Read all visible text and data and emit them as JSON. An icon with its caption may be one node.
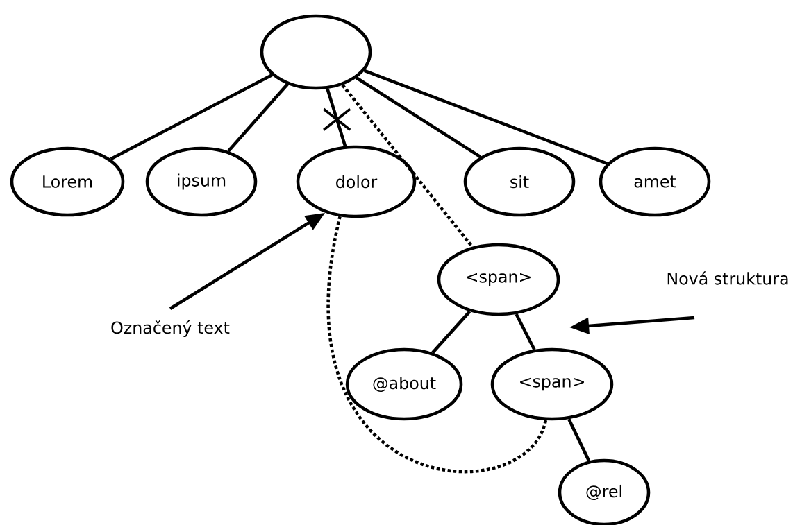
{
  "diagram": {
    "nodes": [
      {
        "text": [],
        "shape": "circle"
      },
      {
        "text": [
          "Lorem"
        ]
      },
      {
        "text": [
          "ipsum"
        ]
      },
      {
        "text": [
          "dolor"
        ]
      },
      {
        "text": [
          "sit"
        ]
      },
      {
        "text": [
          "amet"
        ]
      },
      {
        "text": [
          "<span>"
        ]
      },
      {
        "text": [
          "@about"
        ]
      },
      {
        "text": [
          "<span>"
        ]
      },
      {
        "text": [
          "@rel"
        ]
      },
      {
        "text": [
          "Označený text"
        ]
      },
      {
        "text": [
          "Nová struktura"
        ]
      }
    ],
    "edges": [
      {
        "from": 0,
        "to": 1,
        "arrow": "none"
      },
      {
        "from": 0,
        "to": 2,
        "arrow": "none"
      },
      {
        "from": 0,
        "to": 3,
        "arrow": "none"
      },
      {
        "from": 0,
        "to": 6,
        "arrow": "none",
        "style": "dashed"
      },
      {
        "from": 0,
        "to": 4,
        "arrow": "none"
      },
      {
        "from": 0,
        "to": 5,
        "arrow": "none"
      },
      {
        "from": 6,
        "to": 7,
        "arrow": "none"
      },
      {
        "from": 6,
        "to": 8,
        "arrow": "none"
      },
      {
        "from": 8,
        "to": 9,
        "arrow": "none"
      },
      {
        "from": 8,
        "to": 3,
        "arrow": "none",
        "style": "dashed"
      },
      {
        "from": 10,
        "to": 3,
        "arrow": "to"
      },
      {
        "from": 11,
        "to": null,
        "arrow": "to"
      }
    ]
  }
}
